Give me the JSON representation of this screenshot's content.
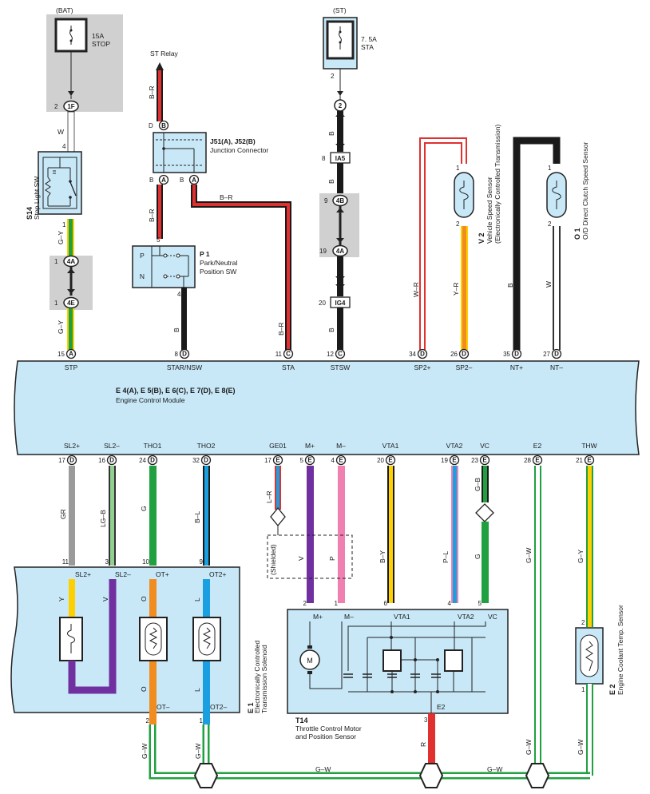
{
  "colors": {
    "panel": "#c8e8f8",
    "fuse_bg": "#d0d0d0",
    "B": "#1a1a1a",
    "W": "#ffffff",
    "R": "#e03030",
    "Y": "#ffd000",
    "G": "#20a040",
    "GR": "#9a9a9a",
    "LG": "#90d090",
    "V": "#7030a0",
    "O": "#f08c20",
    "L": "#1aa0e0",
    "P": "#f080b0"
  },
  "fuses": [
    {
      "source": "(BAT)",
      "rating": "15A",
      "name": "STOP"
    },
    {
      "source": "(ST)",
      "rating": "7. 5A",
      "name": "STA"
    }
  ],
  "st_relay": "ST Relay",
  "components": {
    "s14": {
      "code": "S14",
      "name": "Stop Light SW"
    },
    "j51": {
      "code": "J51(A), J52(B)",
      "name": "Junction Connector"
    },
    "p1": {
      "code": "P 1",
      "name_line1": "Park/Neutral",
      "name_line2": "Position SW",
      "pos_p": "P",
      "pos_n": "N"
    },
    "v2": {
      "code": "V 2",
      "name_line1": "Vehicle Speed Sensor",
      "name_line2": "(Electronically Controlled Transmission)"
    },
    "o1": {
      "code": "O 1",
      "name": "O/D Direct Clutch Speed Sensor"
    },
    "ecm": {
      "code": "E 4(A), E 5(B), E 6(C), E 7(D), E 8(E)",
      "name": "Engine Control Module"
    },
    "e1": {
      "code": "E 1",
      "name_line1": "Electronically Controlled",
      "name_line2": "Transmission Solenoid"
    },
    "t14": {
      "code": "T14",
      "name_line1": "Throttle Control Motor",
      "name_line2": "and Position Sensor",
      "motor": "M"
    },
    "e2": {
      "code": "E 2",
      "name": "Engine Coolant Temp. Sensor"
    },
    "shielded": "(Shielded)"
  },
  "ecm_top_pins": [
    {
      "num": "15",
      "conn": "A",
      "name": "STP"
    },
    {
      "num": "8",
      "conn": "D",
      "name": "STAR/NSW"
    },
    {
      "num": "11",
      "conn": "C",
      "name": "STA"
    },
    {
      "num": "12",
      "conn": "C",
      "name": "STSW"
    },
    {
      "num": "34",
      "conn": "D",
      "name": "SP2+"
    },
    {
      "num": "26",
      "conn": "D",
      "name": "SP2–"
    },
    {
      "num": "35",
      "conn": "D",
      "name": "NT+"
    },
    {
      "num": "27",
      "conn": "D",
      "name": "NT–"
    }
  ],
  "ecm_bottom_pins": [
    {
      "num": "17",
      "conn": "D",
      "name": "SL2+"
    },
    {
      "num": "16",
      "conn": "D",
      "name": "SL2–"
    },
    {
      "num": "24",
      "conn": "D",
      "name": "THO1"
    },
    {
      "num": "32",
      "conn": "D",
      "name": "THO2"
    },
    {
      "num": "17",
      "conn": "E",
      "name": "GE01"
    },
    {
      "num": "5",
      "conn": "E",
      "name": "M+"
    },
    {
      "num": "4",
      "conn": "E",
      "name": "M–"
    },
    {
      "num": "20",
      "conn": "E",
      "name": "VTA1"
    },
    {
      "num": "19",
      "conn": "E",
      "name": "VTA2"
    },
    {
      "num": "23",
      "conn": "E",
      "name": "VC"
    },
    {
      "num": "28",
      "conn": "E",
      "name": "E2"
    },
    {
      "num": "21",
      "conn": "E",
      "name": "THW"
    }
  ],
  "e1_pins": [
    {
      "num": "11",
      "name": "SL2+",
      "color": "Y"
    },
    {
      "num": "3",
      "name": "SL2–",
      "color": "V"
    },
    {
      "num": "10",
      "name": "OT+",
      "color": "O"
    },
    {
      "num": "9",
      "name": "OT2+",
      "color": "L"
    }
  ],
  "e1_bottom": [
    {
      "num": "2",
      "name": "OT–",
      "color": "O"
    },
    {
      "num": "1",
      "name": "OT2–",
      "color": "L"
    }
  ],
  "t14_pins": [
    {
      "num": "2",
      "name": "M+"
    },
    {
      "num": "1",
      "name": "M–"
    },
    {
      "num": "6",
      "name": "VTA1"
    },
    {
      "num": "4",
      "name": "VTA2"
    },
    {
      "num": "5",
      "name": "VC"
    }
  ],
  "t14_bottom": {
    "num": "3",
    "name": "E2"
  },
  "wire_labels": {
    "w_stp1": "W",
    "gy1": "G–Y",
    "gy2": "G–Y",
    "br1": "B–R",
    "br2": "B–R",
    "br3": "B–R",
    "br4": "B–R",
    "b_p1": "B",
    "b_st1": "B",
    "b_st2": "B",
    "b_st3": "B",
    "wr": "W–R",
    "yr": "Y–R",
    "b_nt": "B",
    "w_nt": "W",
    "gr": "GR",
    "lgb": "LG–B",
    "g1": "G",
    "bl": "B–L",
    "lr": "L–R",
    "v": "V",
    "p": "P",
    "by": "B–Y",
    "pl": "P–L",
    "gb": "G–B",
    "g2": "G",
    "gw1": "G–W",
    "gy3": "G–Y",
    "y_in": "Y",
    "v_in": "V",
    "o_in1": "O",
    "l_in1": "L",
    "o_in2": "O",
    "l_in2": "L",
    "gw_b1": "G–W",
    "gw_b2": "G–W",
    "gw_b3": "G–W",
    "gw_b4": "G–W",
    "gw_b5": "G–W",
    "gw_b6": "G–W",
    "r_e2": "R"
  },
  "connectors": {
    "c_1f": {
      "pin": "2",
      "id": "1F"
    },
    "c_4a": {
      "pin": "1",
      "id": "4A"
    },
    "c_4e": {
      "pin": "1",
      "id": "4E"
    },
    "s14_top": "4",
    "s14_bot": "1",
    "j_top": {
      "pin": "D",
      "conn": "B"
    },
    "j_b1": {
      "pin": "B",
      "conn": "A"
    },
    "j_b2": {
      "pin": "B",
      "conn": "A"
    },
    "p1_top": "5",
    "p1_bot": "4",
    "st_fuse": "2",
    "c_2": "2",
    "c_ia5": {
      "pin": "8",
      "id": "IA5"
    },
    "c_4b": {
      "pin": "9",
      "id": "4B"
    },
    "c_4a2": {
      "pin": "19",
      "id": "4A"
    },
    "c_ig4": {
      "pin": "20",
      "id": "IG4"
    },
    "v2_top": "1",
    "v2_bot": "2",
    "o1_top": "1",
    "o1_bot": "2",
    "e2_top": "2",
    "e2_bot": "1"
  }
}
